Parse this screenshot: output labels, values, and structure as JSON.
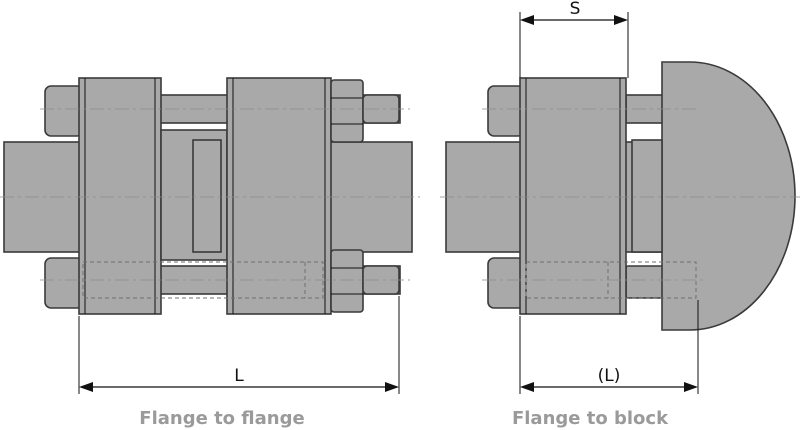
{
  "labels": {
    "dim_l": "L",
    "dim_s": "S",
    "dim_l_block": "(L)"
  },
  "captions": {
    "flange_to_flange": "Flange to flange",
    "flange_to_block": "Flange to block"
  },
  "colors": {
    "part_fill": "#a9a9a9",
    "outline": "#3a3a3a",
    "caption": "#9a9a9a",
    "dimension": "#111111"
  }
}
